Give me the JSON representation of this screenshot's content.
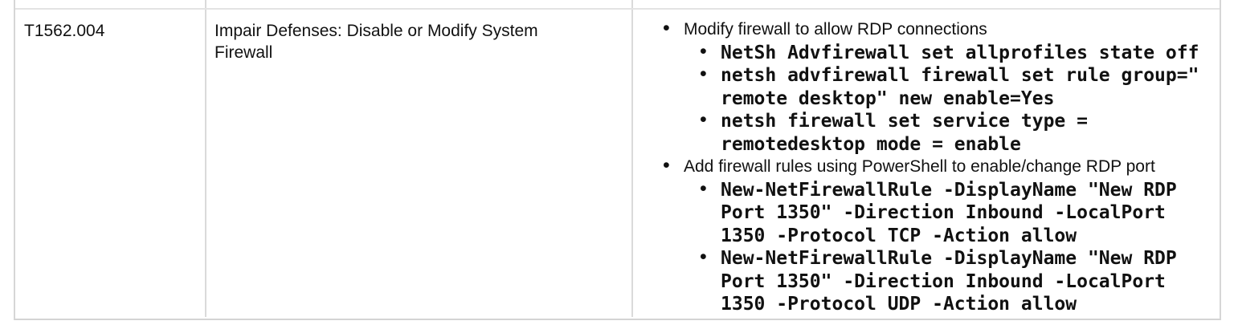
{
  "table": {
    "row": {
      "technique_id": "T1562.004",
      "technique_name": "Impair Defenses: Disable or Modify System Firewall",
      "procedures": [
        {
          "description": "Modify firewall to allow RDP connections",
          "commands": [
            [
              "NetSh Advfirewall set allprofiles state off"
            ],
            [
              "netsh advfirewall firewall set rule group=\"",
              "remote desktop\" new enable=Yes"
            ],
            [
              "netsh firewall set service type =",
              "remotedesktop mode = enable"
            ]
          ]
        },
        {
          "description": "Add firewall rules using PowerShell to enable/change RDP port",
          "commands": [
            [
              "New-NetFirewallRule -DisplayName \"New RDP",
              "Port 1350\" -Direction Inbound -LocalPort",
              "1350 -Protocol TCP -Action allow"
            ],
            [
              "New-NetFirewallRule -DisplayName \"New RDP",
              "Port 1350\" -Direction Inbound -LocalPort",
              "1350 -Protocol UDP -Action allow"
            ]
          ]
        }
      ]
    },
    "colors": {
      "background": "#ffffff",
      "text": "#111111",
      "border_vertical": "#d6d6d6",
      "border_row_divider": "#e3e3e3",
      "border_bottom": "#d4d4d4"
    }
  }
}
